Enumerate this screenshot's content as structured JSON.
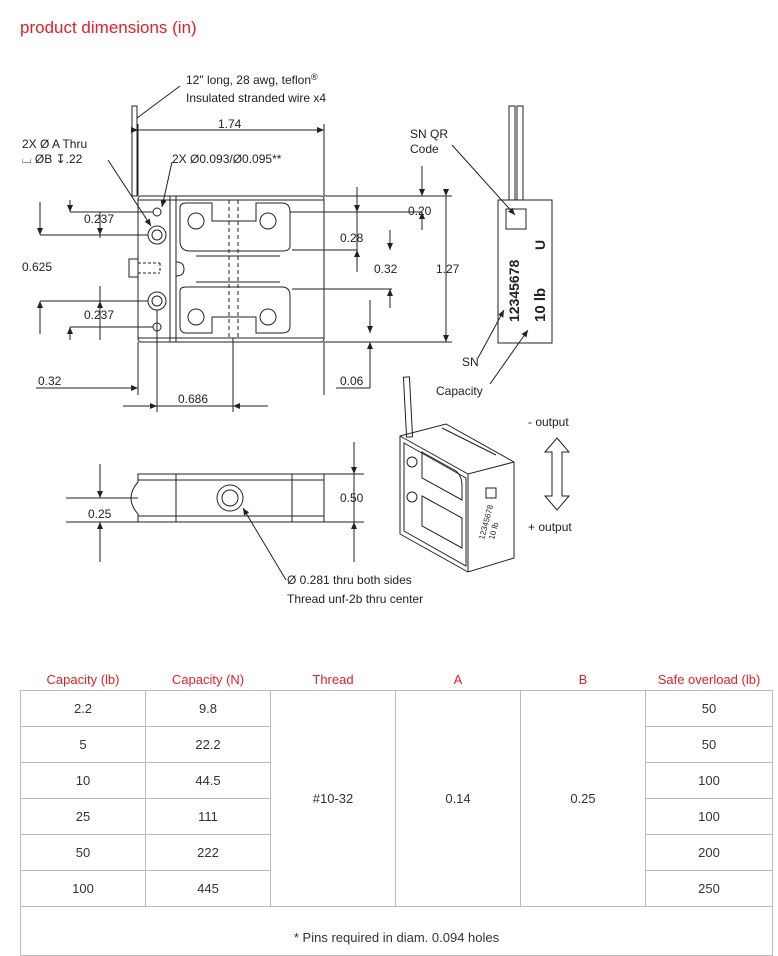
{
  "page": {
    "title": "product dimensions (in)"
  },
  "drawing": {
    "wire_note_line1": "12\" long, 28 awg, teflon",
    "wire_note_reg": "®",
    "wire_note_line2": "Insulated stranded wire x4",
    "hole_note_line1": "2X  Ø A Thru",
    "hole_note_line2": "⌴ ØB ↧.22",
    "pin_note": "2X  Ø0.093/Ø0.095**",
    "sn_qr_line1": "SN QR",
    "sn_qr_line2": "Code",
    "sn_label": "SN",
    "capacity_label": "Capacity",
    "serial_text": "12345678",
    "unit_letter": "U",
    "capacity_text": "10 lb",
    "minus_output": "- output",
    "plus_output": "+ output",
    "thru_note_line1": "Ø 0.281 thru both sides",
    "thru_note_line2": "Thread unf-2b thru center",
    "dims": {
      "d174": "1.74",
      "d0237a": "0.237",
      "d0625": "0.625",
      "d0237b": "0.237",
      "d032a": "0.32",
      "d0686": "0.686",
      "d020": "0.20",
      "d028": "0.28",
      "d032b": "0.32",
      "d127": "1.27",
      "d006": "0.06",
      "d050": "0.50",
      "d025": "0.25"
    },
    "colors": {
      "accent": "#e31e24",
      "line": "#222222",
      "border": "#bcbcbc"
    }
  },
  "table": {
    "headers": [
      "Capacity (lb)",
      "Capacity (N)",
      "Thread",
      "A",
      "B",
      "Safe overload (lb)"
    ],
    "rows": [
      {
        "cap_lb": "2.2",
        "cap_n": "9.8",
        "overload": "50"
      },
      {
        "cap_lb": "5",
        "cap_n": "22.2",
        "overload": "50"
      },
      {
        "cap_lb": "10",
        "cap_n": "44.5",
        "overload": "100"
      },
      {
        "cap_lb": "25",
        "cap_n": "111",
        "overload": "100"
      },
      {
        "cap_lb": "50",
        "cap_n": "222",
        "overload": "200"
      },
      {
        "cap_lb": "100",
        "cap_n": "445",
        "overload": "250"
      }
    ],
    "thread": "#10-32",
    "a": "0.14",
    "b": "0.25",
    "footnote": "* Pins required in diam. 0.094 holes"
  }
}
